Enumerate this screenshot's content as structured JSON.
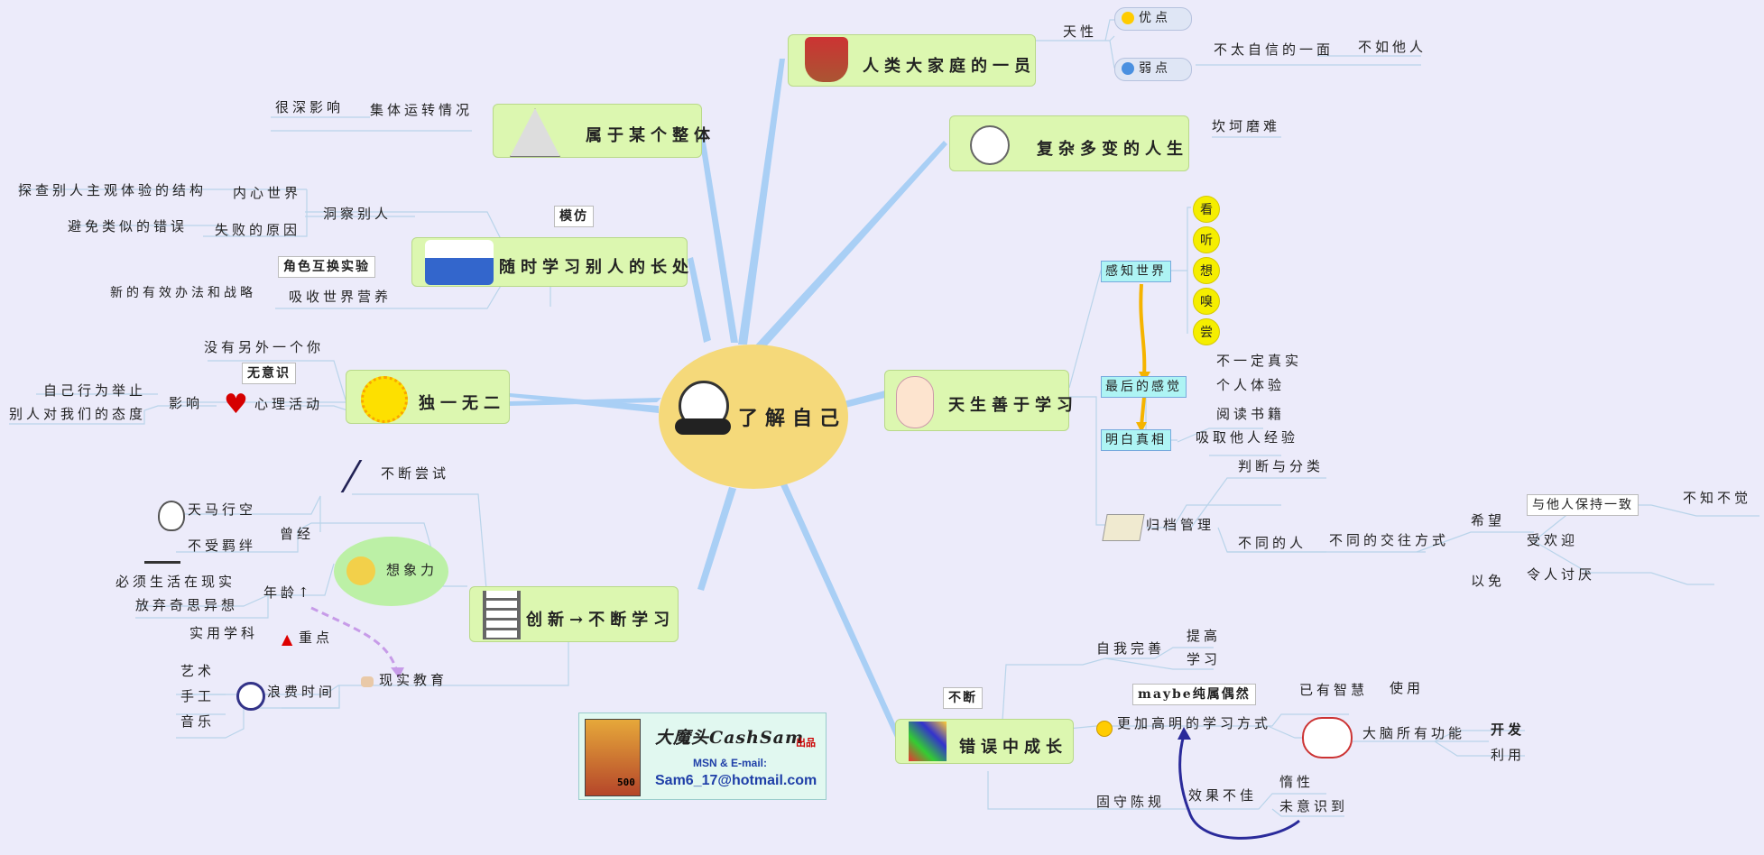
{
  "center": {
    "label": "了解自己"
  },
  "branches": {
    "family": {
      "label": "人类大家庭的一员",
      "tianxing": "天性",
      "good": "优点",
      "weak": "弱点",
      "weak_detail": "不太自信的一面",
      "weak_detail2": "不如他人"
    },
    "complex": {
      "label": "复杂多变的人生",
      "child": "坎坷磨难"
    },
    "learning": {
      "label": "天生善于学习",
      "perceive": "感知世界",
      "senses": [
        "看",
        "听",
        "想",
        "嗅",
        "尝"
      ],
      "last": "最后的感觉",
      "last_a": "不一定真实",
      "last_b": "个人体验",
      "truth": "明白真相",
      "truth_a": "阅读书籍",
      "truth_b": "吸取他人经验",
      "file": "归档管理",
      "judge": "判断与分类",
      "diff": "不同的人",
      "ways": "不同的交往方式",
      "hope": "希望",
      "keep": "与他人保持一致",
      "nofeel": "不知不觉",
      "welcome": "受欢迎",
      "avoid": "以免",
      "hated": "令人讨厌"
    },
    "mistakes": {
      "label": "错误中成长",
      "buduan": "不断",
      "self": "自我完善",
      "improve": "提高",
      "learn": "学习",
      "maybe": "maybe纯属偶然",
      "better": "更加高明的学习方式",
      "wisdom": "已有智慧",
      "use": "使用",
      "brain": "大脑所有功能",
      "develop": "开发",
      "utilize": "利用",
      "stubborn": "固守陈规",
      "bad": "效果不佳",
      "inertia": "惰性",
      "unaware": "未意识到"
    },
    "belong": {
      "label": "属于某个整体",
      "child": "集体运转情况",
      "deep": "很深影响"
    },
    "others": {
      "label": "随时学习别人的长处",
      "imitate": "模仿",
      "insight": "洞察别人",
      "inner": "内心世界",
      "explore": "探查别人主观体验的结构",
      "fail": "失败的原因",
      "avoid": "避免类似的错误",
      "role": "角色互换实验",
      "absorb": "吸收世界营养",
      "new": "新的有效办法和战略"
    },
    "unique": {
      "label": "独一无二",
      "none": "没有另外一个你",
      "unconscious": "无意识",
      "psych": "心理活动",
      "effect": "影响",
      "self_act": "自己行为举止",
      "attitude": "别人对我们的态度"
    },
    "innovate": {
      "label": "创新→不断学习",
      "try": "不断尝试",
      "imag": "想象力",
      "once": "曾经",
      "horse": "天马行空",
      "free": "不受羁绊",
      "age": "年龄↑",
      "real": "必须生活在现实",
      "give": "放弃奇思异想",
      "practical": "实用学科",
      "key": "重点",
      "edu": "现实教育",
      "waste": "浪费时间",
      "art": "艺术",
      "craft": "手工",
      "music": "音乐"
    }
  },
  "signature": {
    "name": "大魔头CashSam",
    "suffix": "出品",
    "contact": "MSN & E-mail:",
    "email": "Sam6_17@hotmail.com",
    "card_hp": "500"
  },
  "colors": {
    "background": "#ecebfa",
    "topic": "#dcf7b0",
    "center": "#f5d97a",
    "spoke": "#a9cff5",
    "line": "#b9d4ea",
    "arrow_orange": "#f5b400",
    "arrow_purple": "#c79be8",
    "arrow_navy": "#2a2a9a"
  }
}
